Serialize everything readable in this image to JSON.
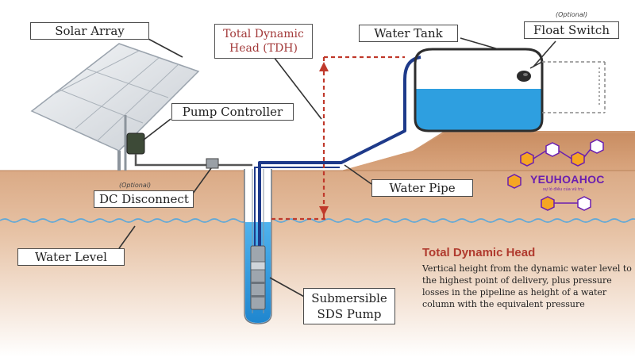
{
  "labels": {
    "solar_array": "Solar Array",
    "pump_controller": "Pump Controller",
    "optional_1": "(Optional)",
    "dc_disconnect": "DC Disconnect",
    "water_level": "Water Level",
    "tdh_line1": "Total Dynamic",
    "tdh_line2": "Head (TDH)",
    "water_tank": "Water Tank",
    "optional_2": "(Optional)",
    "float_switch": "Float Switch",
    "water_pipe": "Water Pipe",
    "pump_line1": "Submersible",
    "pump_line2": "SDS Pump"
  },
  "definition": {
    "title": "Total Dynamic Head",
    "text": "Vertical height from the dynamic water level to the highest point of delivery, plus pressure losses in the pipeline as height of a water column with the equivalent pressure"
  },
  "watermark": {
    "name": "YEUHOAHOC",
    "tagline": "sự lỏ điều của vũ trụ"
  },
  "colors": {
    "sky": "#ffffff",
    "soil": "#d9a57e",
    "soil_light": "#f0dccb",
    "water": "#2e9fe0",
    "pipe": "#1e3a8a",
    "tdh_arrow": "#c0392b",
    "logo_orange": "#f5a623",
    "logo_purple": "#6a1fb0"
  }
}
